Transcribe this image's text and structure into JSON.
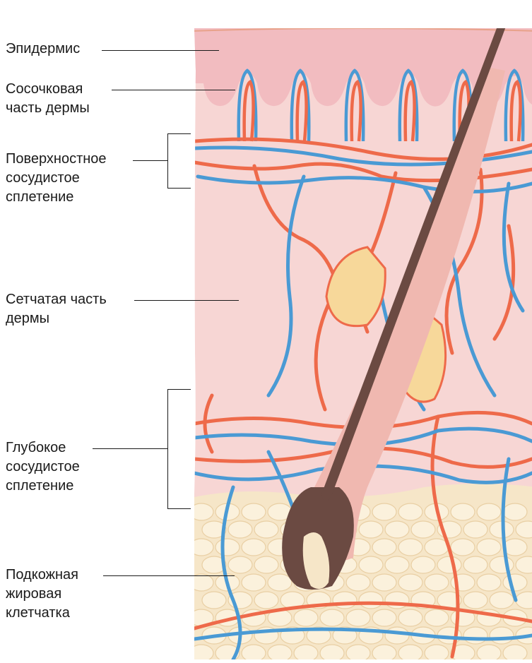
{
  "labels": {
    "epidermis": "Эпидермис",
    "papillary": [
      "Сосочковая",
      "часть дермы"
    ],
    "superficial_plexus": [
      "Поверхностное",
      "сосудистое",
      "сплетение"
    ],
    "reticular": [
      "Сетчатая часть",
      "дермы"
    ],
    "deep_plexus": [
      "Глубокое",
      "сосудистое",
      "сплетение"
    ],
    "subcutaneous": [
      "Подкожная",
      "жировая",
      "клетчатка"
    ]
  },
  "colors": {
    "epidermis": "#f2bcc0",
    "dermis": "#f7d6d4",
    "papillae": "#f5c9c8",
    "fat": "#f6e6c8",
    "fat_cell": "#fbf1dc",
    "artery": "#ee6a4a",
    "vein": "#4a9ad4",
    "hair_shaft": "#6b4a42",
    "follicle": "#f0b8b0",
    "sebaceous_gland": "#f7d89a",
    "label_text": "#1a1a1a"
  }
}
